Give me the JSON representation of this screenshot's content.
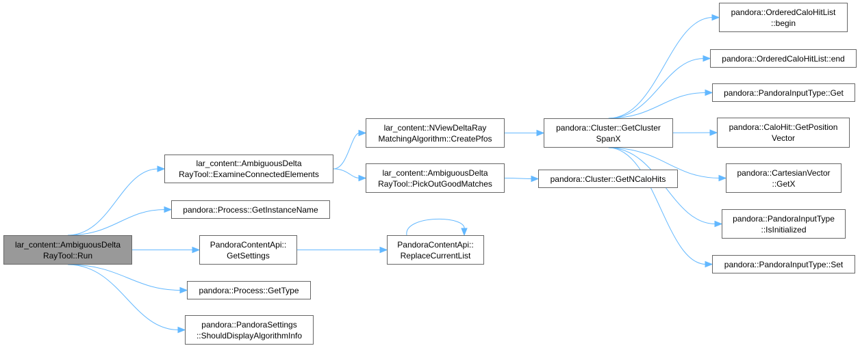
{
  "colors": {
    "edge": "#63b8ff",
    "root_fill": "#999999",
    "node_border": "#666666"
  },
  "nodes": {
    "run": [
      "lar_content::AmbiguousDelta",
      "RayTool::Run"
    ],
    "examine": [
      "lar_content::AmbiguousDelta",
      "RayTool::ExamineConnectedElements"
    ],
    "instance": [
      "pandora::Process::GetInstanceName"
    ],
    "settings": [
      "PandoraContentApi::",
      "GetSettings"
    ],
    "gettype": [
      "pandora::Process::GetType"
    ],
    "display": [
      "pandora::PandoraSettings",
      "::ShouldDisplayAlgorithmInfo"
    ],
    "createpfos": [
      "lar_content::NViewDeltaRay",
      "MatchingAlgorithm::CreatePfos"
    ],
    "pickout": [
      "lar_content::AmbiguousDelta",
      "RayTool::PickOutGoodMatches"
    ],
    "replace": [
      "PandoraContentApi::",
      "ReplaceCurrentList"
    ],
    "spanx": [
      "pandora::Cluster::GetCluster",
      "SpanX"
    ],
    "ncalohits": [
      "pandora::Cluster::GetNCaloHits"
    ],
    "begin": [
      "pandora::OrderedCaloHitList",
      "::begin"
    ],
    "end": [
      "pandora::OrderedCaloHitList::end"
    ],
    "get": [
      "pandora::PandoraInputType::Get"
    ],
    "position": [
      "pandora::CaloHit::GetPosition",
      "Vector"
    ],
    "getx": [
      "pandora::CartesianVector",
      "::GetX"
    ],
    "isinit": [
      "pandora::PandoraInputType",
      "::IsInitialized"
    ],
    "set": [
      "pandora::PandoraInputType::Set"
    ]
  },
  "edges": [
    [
      "run",
      "examine"
    ],
    [
      "run",
      "instance"
    ],
    [
      "run",
      "settings"
    ],
    [
      "run",
      "gettype"
    ],
    [
      "run",
      "display"
    ],
    [
      "examine",
      "createpfos"
    ],
    [
      "examine",
      "pickout"
    ],
    [
      "settings",
      "replace"
    ],
    [
      "replace",
      "replace"
    ],
    [
      "createpfos",
      "spanx"
    ],
    [
      "pickout",
      "ncalohits"
    ],
    [
      "spanx",
      "begin"
    ],
    [
      "spanx",
      "end"
    ],
    [
      "spanx",
      "get"
    ],
    [
      "spanx",
      "position"
    ],
    [
      "spanx",
      "getx"
    ],
    [
      "spanx",
      "isinit"
    ],
    [
      "spanx",
      "set"
    ]
  ]
}
